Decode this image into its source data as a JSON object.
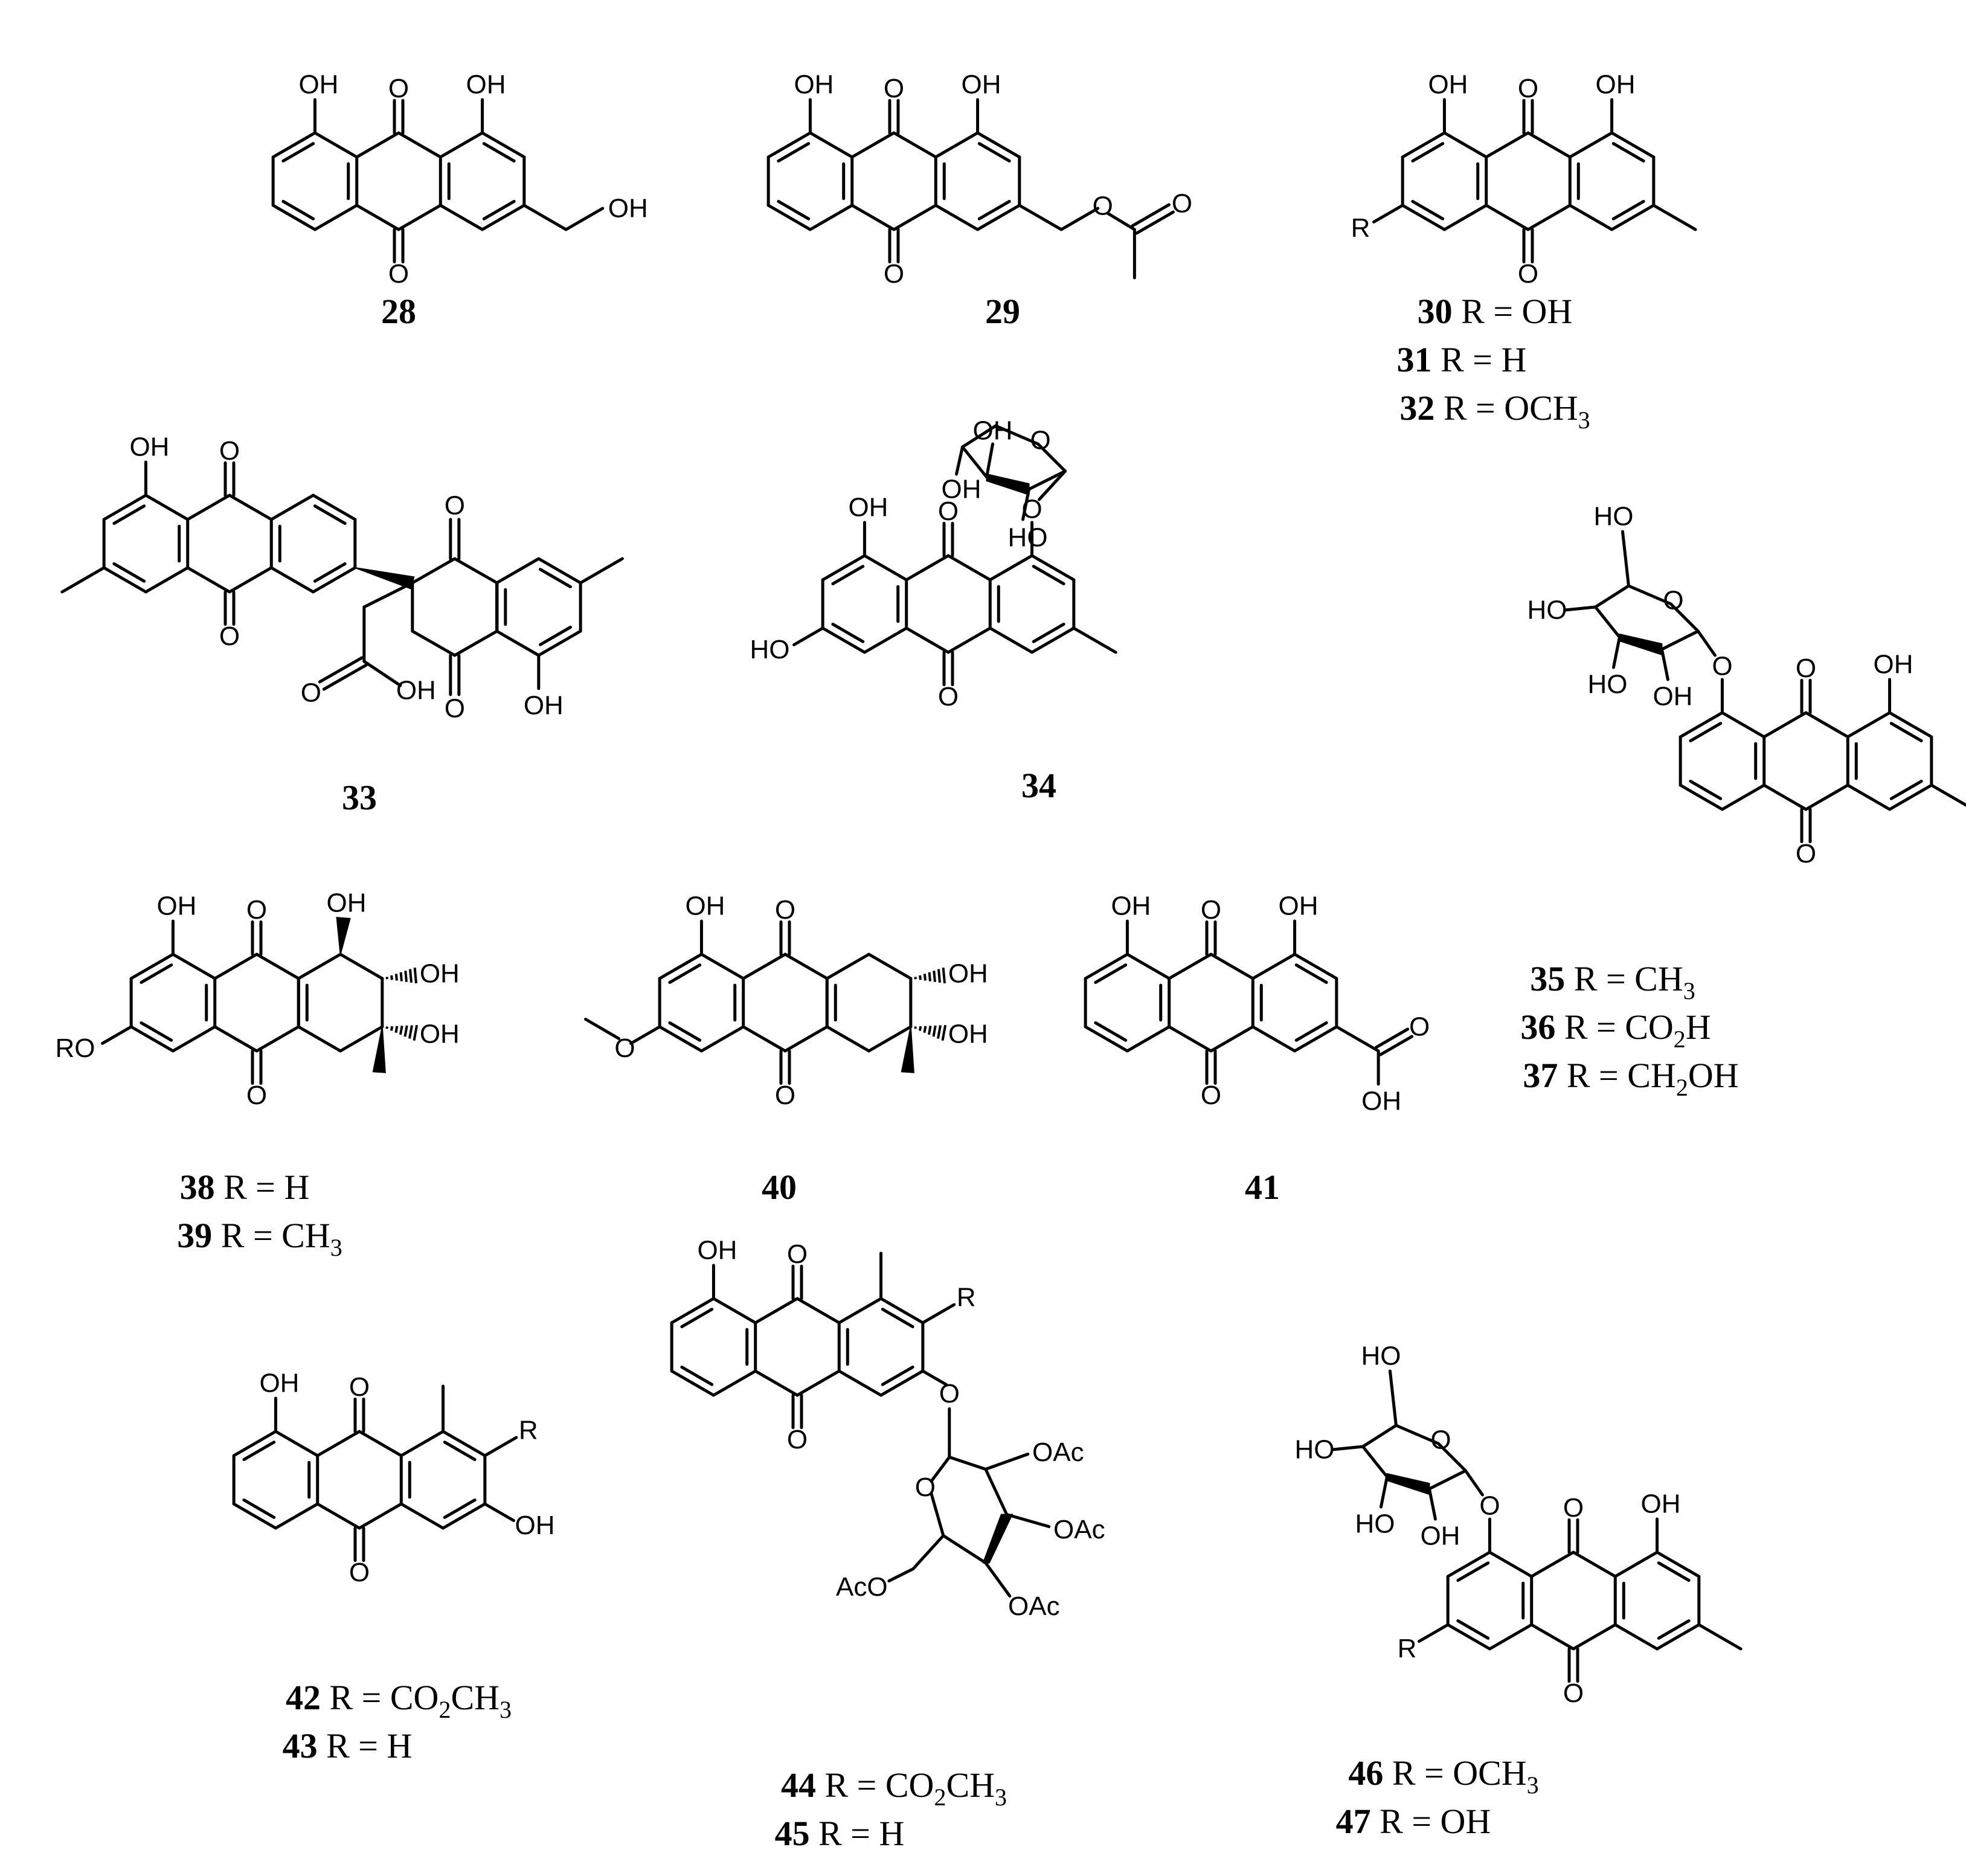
{
  "compounds": [
    {
      "num": "28"
    },
    {
      "num": "29"
    },
    {
      "lines": [
        {
          "num": "30",
          "text": "R = OH"
        },
        {
          "num": "31",
          "text": "R = H"
        },
        {
          "num": "32",
          "text": "R = OCH",
          "sub": "3"
        }
      ]
    },
    {
      "num": "33"
    },
    {
      "num": "34"
    },
    {
      "lines": [
        {
          "num": "35",
          "text": "R = CH",
          "sub": "3"
        },
        {
          "num": "36",
          "text": "R = CO",
          "sub": "2",
          "tail": "H"
        },
        {
          "num": "37",
          "text": "R = CH",
          "sub": "2",
          "tail": "OH"
        }
      ]
    },
    {
      "lines": [
        {
          "num": "38",
          "text": "R = H"
        },
        {
          "num": "39",
          "text": "R = CH",
          "sub": "3"
        }
      ]
    },
    {
      "num": "40"
    },
    {
      "num": "41"
    },
    {
      "lines": [
        {
          "num": "42",
          "text": "R = CO",
          "sub": "2",
          "tail": "CH",
          "sub2": "3"
        },
        {
          "num": "43",
          "text": "R = H"
        }
      ]
    },
    {
      "lines": [
        {
          "num": "44",
          "text": "R = CO",
          "sub": "2",
          "tail": "CH",
          "sub2": "3"
        },
        {
          "num": "45",
          "text": "R = H"
        }
      ]
    },
    {
      "lines": [
        {
          "num": "46",
          "text": "R = OCH",
          "sub": "3"
        },
        {
          "num": "47",
          "text": "R = OH"
        }
      ]
    }
  ],
  "atoms": {
    "oh": "OH",
    "ho": "HO",
    "o": "O",
    "r": "R",
    "ro": "RO",
    "oac": "OAc",
    "aco": "AcO"
  }
}
